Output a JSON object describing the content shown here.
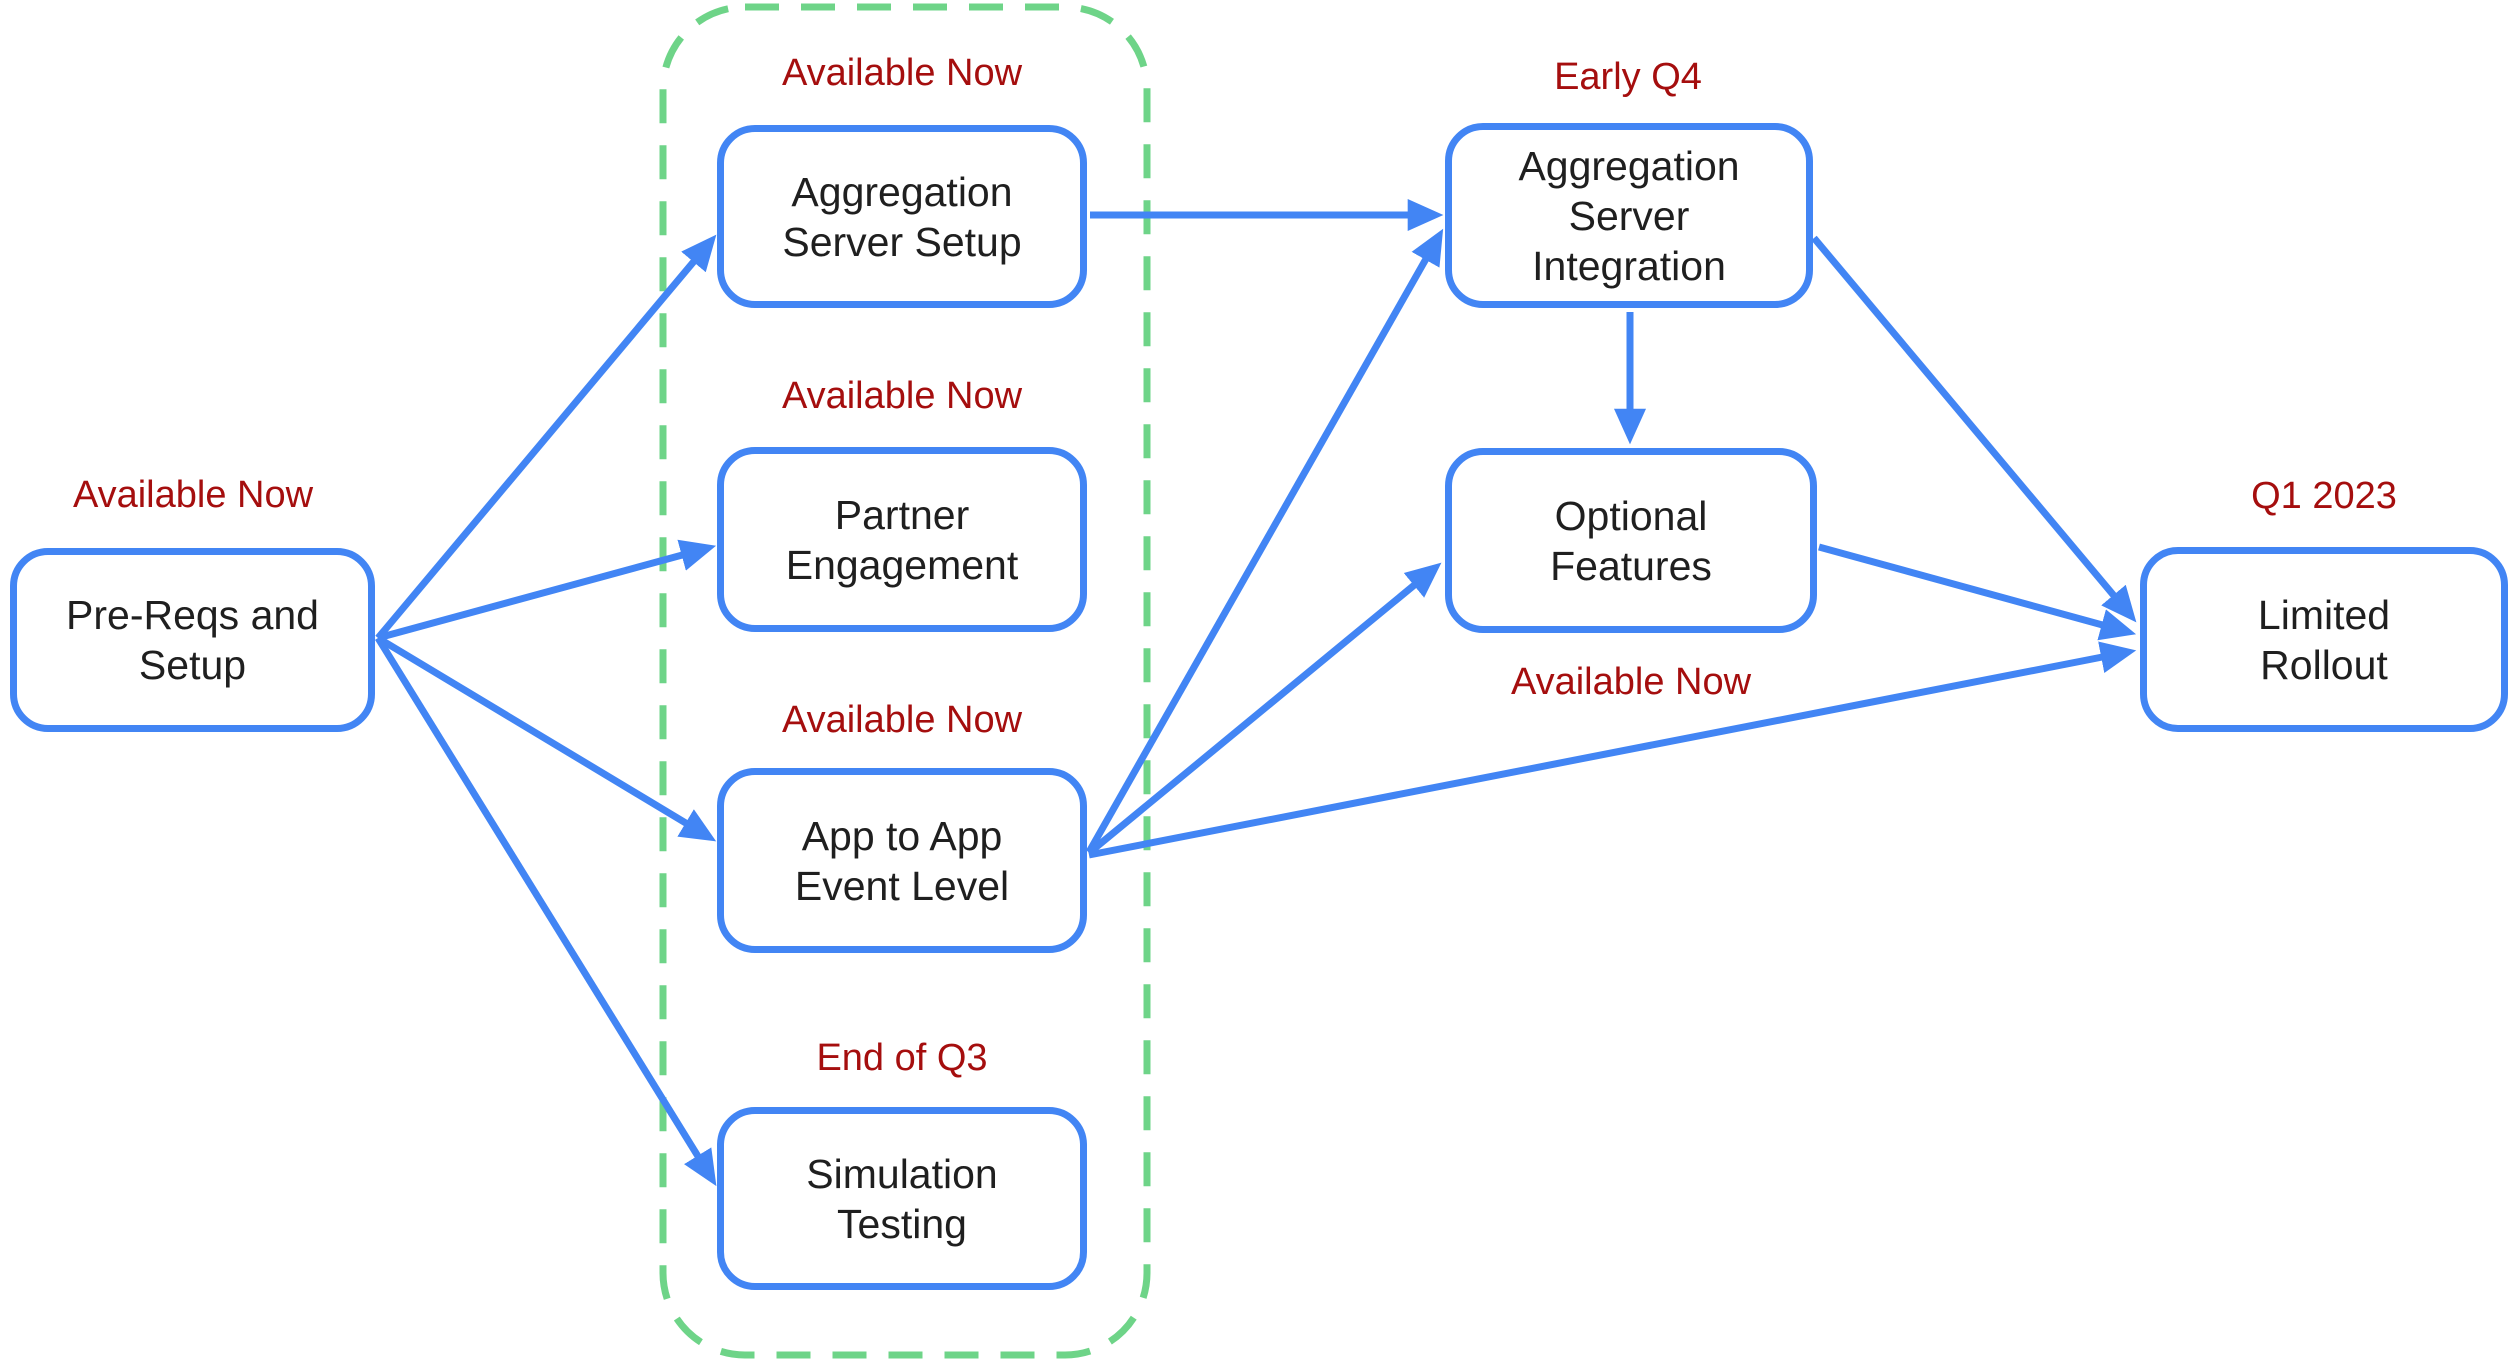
{
  "diagram": {
    "type": "flowchart-roadmap",
    "colors": {
      "node_border": "#4285F4",
      "arrow": "#4285F4",
      "group_outline": "#6ED488",
      "status_text": "#A50E0E",
      "node_text": "#1f1f1f",
      "background": "#ffffff"
    },
    "nodes": {
      "prereqs": {
        "lines": [
          "Pre-Reqs and",
          "Setup"
        ],
        "status": "Available Now",
        "status_position": "above"
      },
      "agg_server_setup": {
        "lines": [
          "Aggregation",
          "Server Setup"
        ],
        "status": "Available Now",
        "status_position": "above"
      },
      "partner_engagement": {
        "lines": [
          "Partner",
          "Engagement"
        ],
        "status": "Available Now",
        "status_position": "above"
      },
      "app_to_app": {
        "lines": [
          "App to App",
          "Event Level"
        ],
        "status": "Available Now",
        "status_position": "above"
      },
      "simulation_testing": {
        "lines": [
          "Simulation",
          "Testing"
        ],
        "status": "End of Q3",
        "status_position": "above"
      },
      "agg_server_integration": {
        "lines": [
          "Aggregation",
          "Server",
          "Integration"
        ],
        "status": "Early Q4",
        "status_position": "above"
      },
      "optional_features": {
        "lines": [
          "Optional",
          "Features"
        ],
        "status": "Available Now",
        "status_position": "below"
      },
      "limited_rollout": {
        "lines": [
          "Limited",
          "Rollout"
        ],
        "status": "Q1 2023",
        "status_position": "above"
      }
    },
    "group": {
      "style": "dashed-rounded-rectangle",
      "color": "#6ED488",
      "contains": [
        "agg_server_setup",
        "partner_engagement",
        "app_to_app",
        "simulation_testing"
      ]
    },
    "edges": [
      {
        "from": "prereqs",
        "to": "agg_server_setup"
      },
      {
        "from": "prereqs",
        "to": "partner_engagement"
      },
      {
        "from": "prereqs",
        "to": "app_to_app"
      },
      {
        "from": "prereqs",
        "to": "simulation_testing"
      },
      {
        "from": "agg_server_setup",
        "to": "agg_server_integration"
      },
      {
        "from": "app_to_app",
        "to": "agg_server_integration"
      },
      {
        "from": "app_to_app",
        "to": "optional_features"
      },
      {
        "from": "app_to_app",
        "to": "limited_rollout"
      },
      {
        "from": "agg_server_integration",
        "to": "optional_features"
      },
      {
        "from": "agg_server_integration",
        "to": "limited_rollout"
      },
      {
        "from": "optional_features",
        "to": "limited_rollout"
      }
    ]
  }
}
